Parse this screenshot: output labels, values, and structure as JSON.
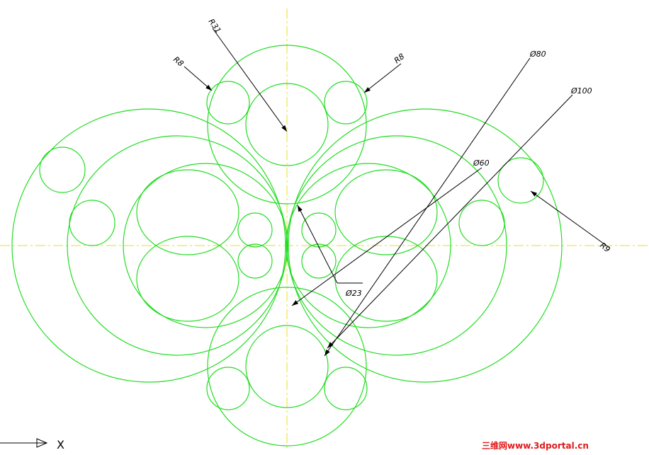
{
  "drawing": {
    "colors": {
      "profile": "#22dd22",
      "centerline": "#e8e020",
      "dimension": "#000000",
      "watermark": "#e01a1a"
    },
    "dimensions": {
      "r31": "R31",
      "r8_left": "R8",
      "r8_right": "R8",
      "d80": "Ø80",
      "d100": "Ø100",
      "d60": "Ø60",
      "r9": "R9",
      "d23": "Ø23"
    },
    "ucs_axis_label": "X",
    "watermark": "三维网www.3dportal.cn"
  }
}
